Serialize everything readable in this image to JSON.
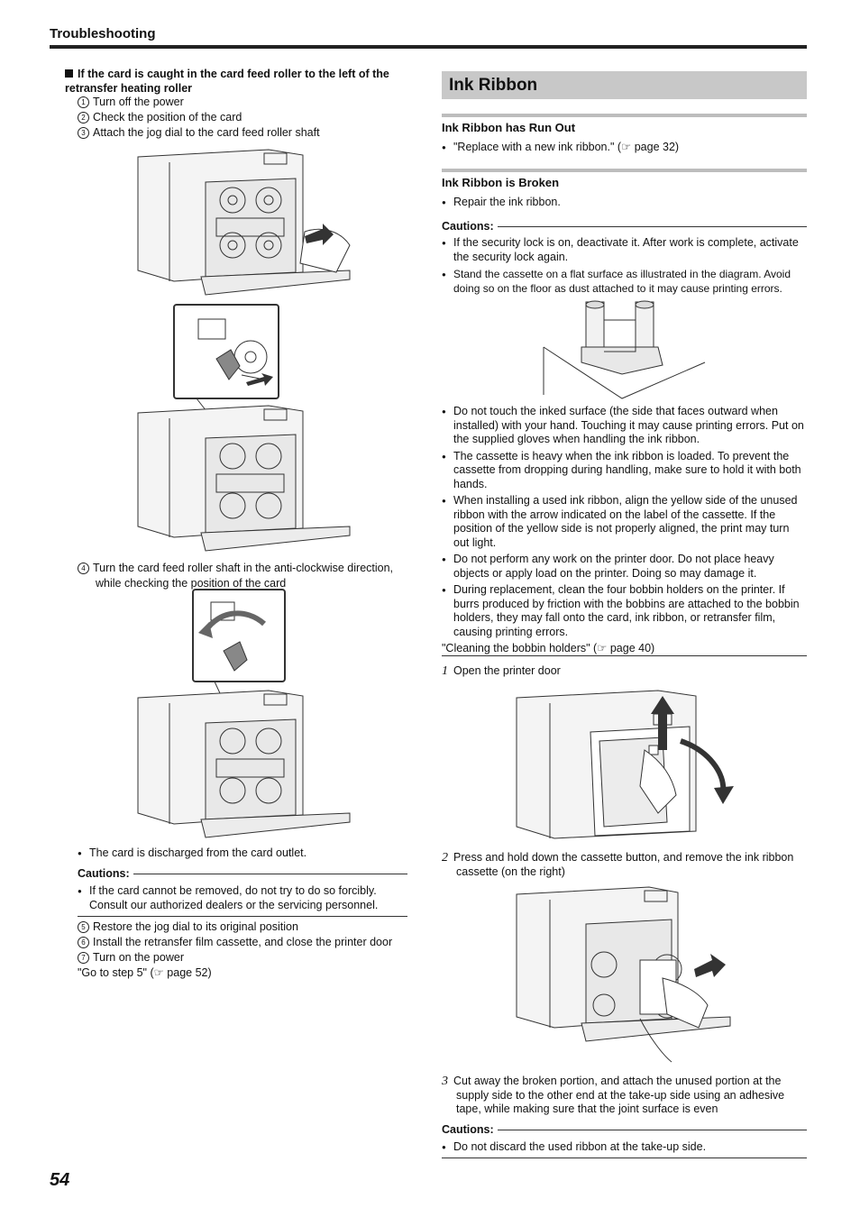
{
  "header": {
    "title": "Troubleshooting"
  },
  "page_number": "54",
  "left": {
    "lead": "If the card is caught in the card feed roller to the left of the retransfer heating roller",
    "steps_a": [
      {
        "n": "1",
        "text": "Turn off the power"
      },
      {
        "n": "2",
        "text": "Check the position of the card"
      },
      {
        "n": "3",
        "text": "Attach the jog dial to the card feed roller shaft"
      }
    ],
    "step4": {
      "n": "4",
      "text": "Turn the card feed roller shaft in the anti-clockwise direction, while checking the position of the card"
    },
    "bullet_discharged": "The card is discharged from the card outlet.",
    "cautions_label": "Cautions:",
    "caution_1": "If the card cannot be removed, do not try to do so forcibly. Consult our authorized dealers or the servicing personnel.",
    "steps_b": [
      {
        "n": "5",
        "text": "Restore the jog dial to its original position"
      },
      {
        "n": "6",
        "text": "Install the retransfer film cassette, and close the printer door"
      },
      {
        "n": "7",
        "text": "Turn on the power"
      }
    ],
    "goto": "\"Go to step 5\" (☞ page 52)"
  },
  "right": {
    "section_title": "Ink Ribbon",
    "sub1_title": "Ink Ribbon has Run Out",
    "sub1_bullet": "\"Replace with a new ink ribbon.\" (☞ page 32)",
    "sub2_title": "Ink Ribbon is Broken",
    "sub2_bullet": "Repair the ink ribbon.",
    "cautions_label": "Cautions:",
    "cautions_a": [
      "If the security lock is on, deactivate it. After work is complete, activate the security lock again.",
      "Stand the cassette on a flat surface as illustrated in the diagram. Avoid doing so on the floor as dust attached to it may cause printing errors."
    ],
    "cautions_b": [
      "Do not touch the inked surface (the side that faces outward when installed) with your hand. Touching it may cause printing errors. Put on the supplied gloves when handling the ink ribbon.",
      "The cassette is heavy when the ink ribbon is loaded. To prevent the cassette from dropping during handling, make sure to hold it with both hands.",
      "When installing a used ink ribbon, align the yellow side of the unused ribbon with the arrow indicated on the label of the cassette. If the position of the yellow side is not properly aligned, the print may turn out light.",
      "Do not perform any work on the printer door. Do not place heavy objects or apply load on the printer. Doing so may damage it.",
      "During replacement, clean the four bobbin holders on the printer. If burrs produced by friction with the bobbins are attached to the bobbin holders, they may fall onto the card, ink ribbon, or retransfer film, causing printing errors."
    ],
    "cleaning_ref": "\"Cleaning the bobbin holders\" (☞ page 40)",
    "step1": {
      "n": "1",
      "text": "Open the printer door"
    },
    "step2": {
      "n": "2",
      "text": "Press and hold down the cassette button, and remove the ink ribbon cassette (on the right)"
    },
    "step3": {
      "n": "3",
      "text": "Cut away the broken portion, and attach the unused portion at the supply side to the other end at the take-up side using an adhesive tape, while making sure that the joint surface is even"
    },
    "cautions_c_label": "Cautions:",
    "caution_c": "Do not discard the used ribbon at the take-up side."
  }
}
